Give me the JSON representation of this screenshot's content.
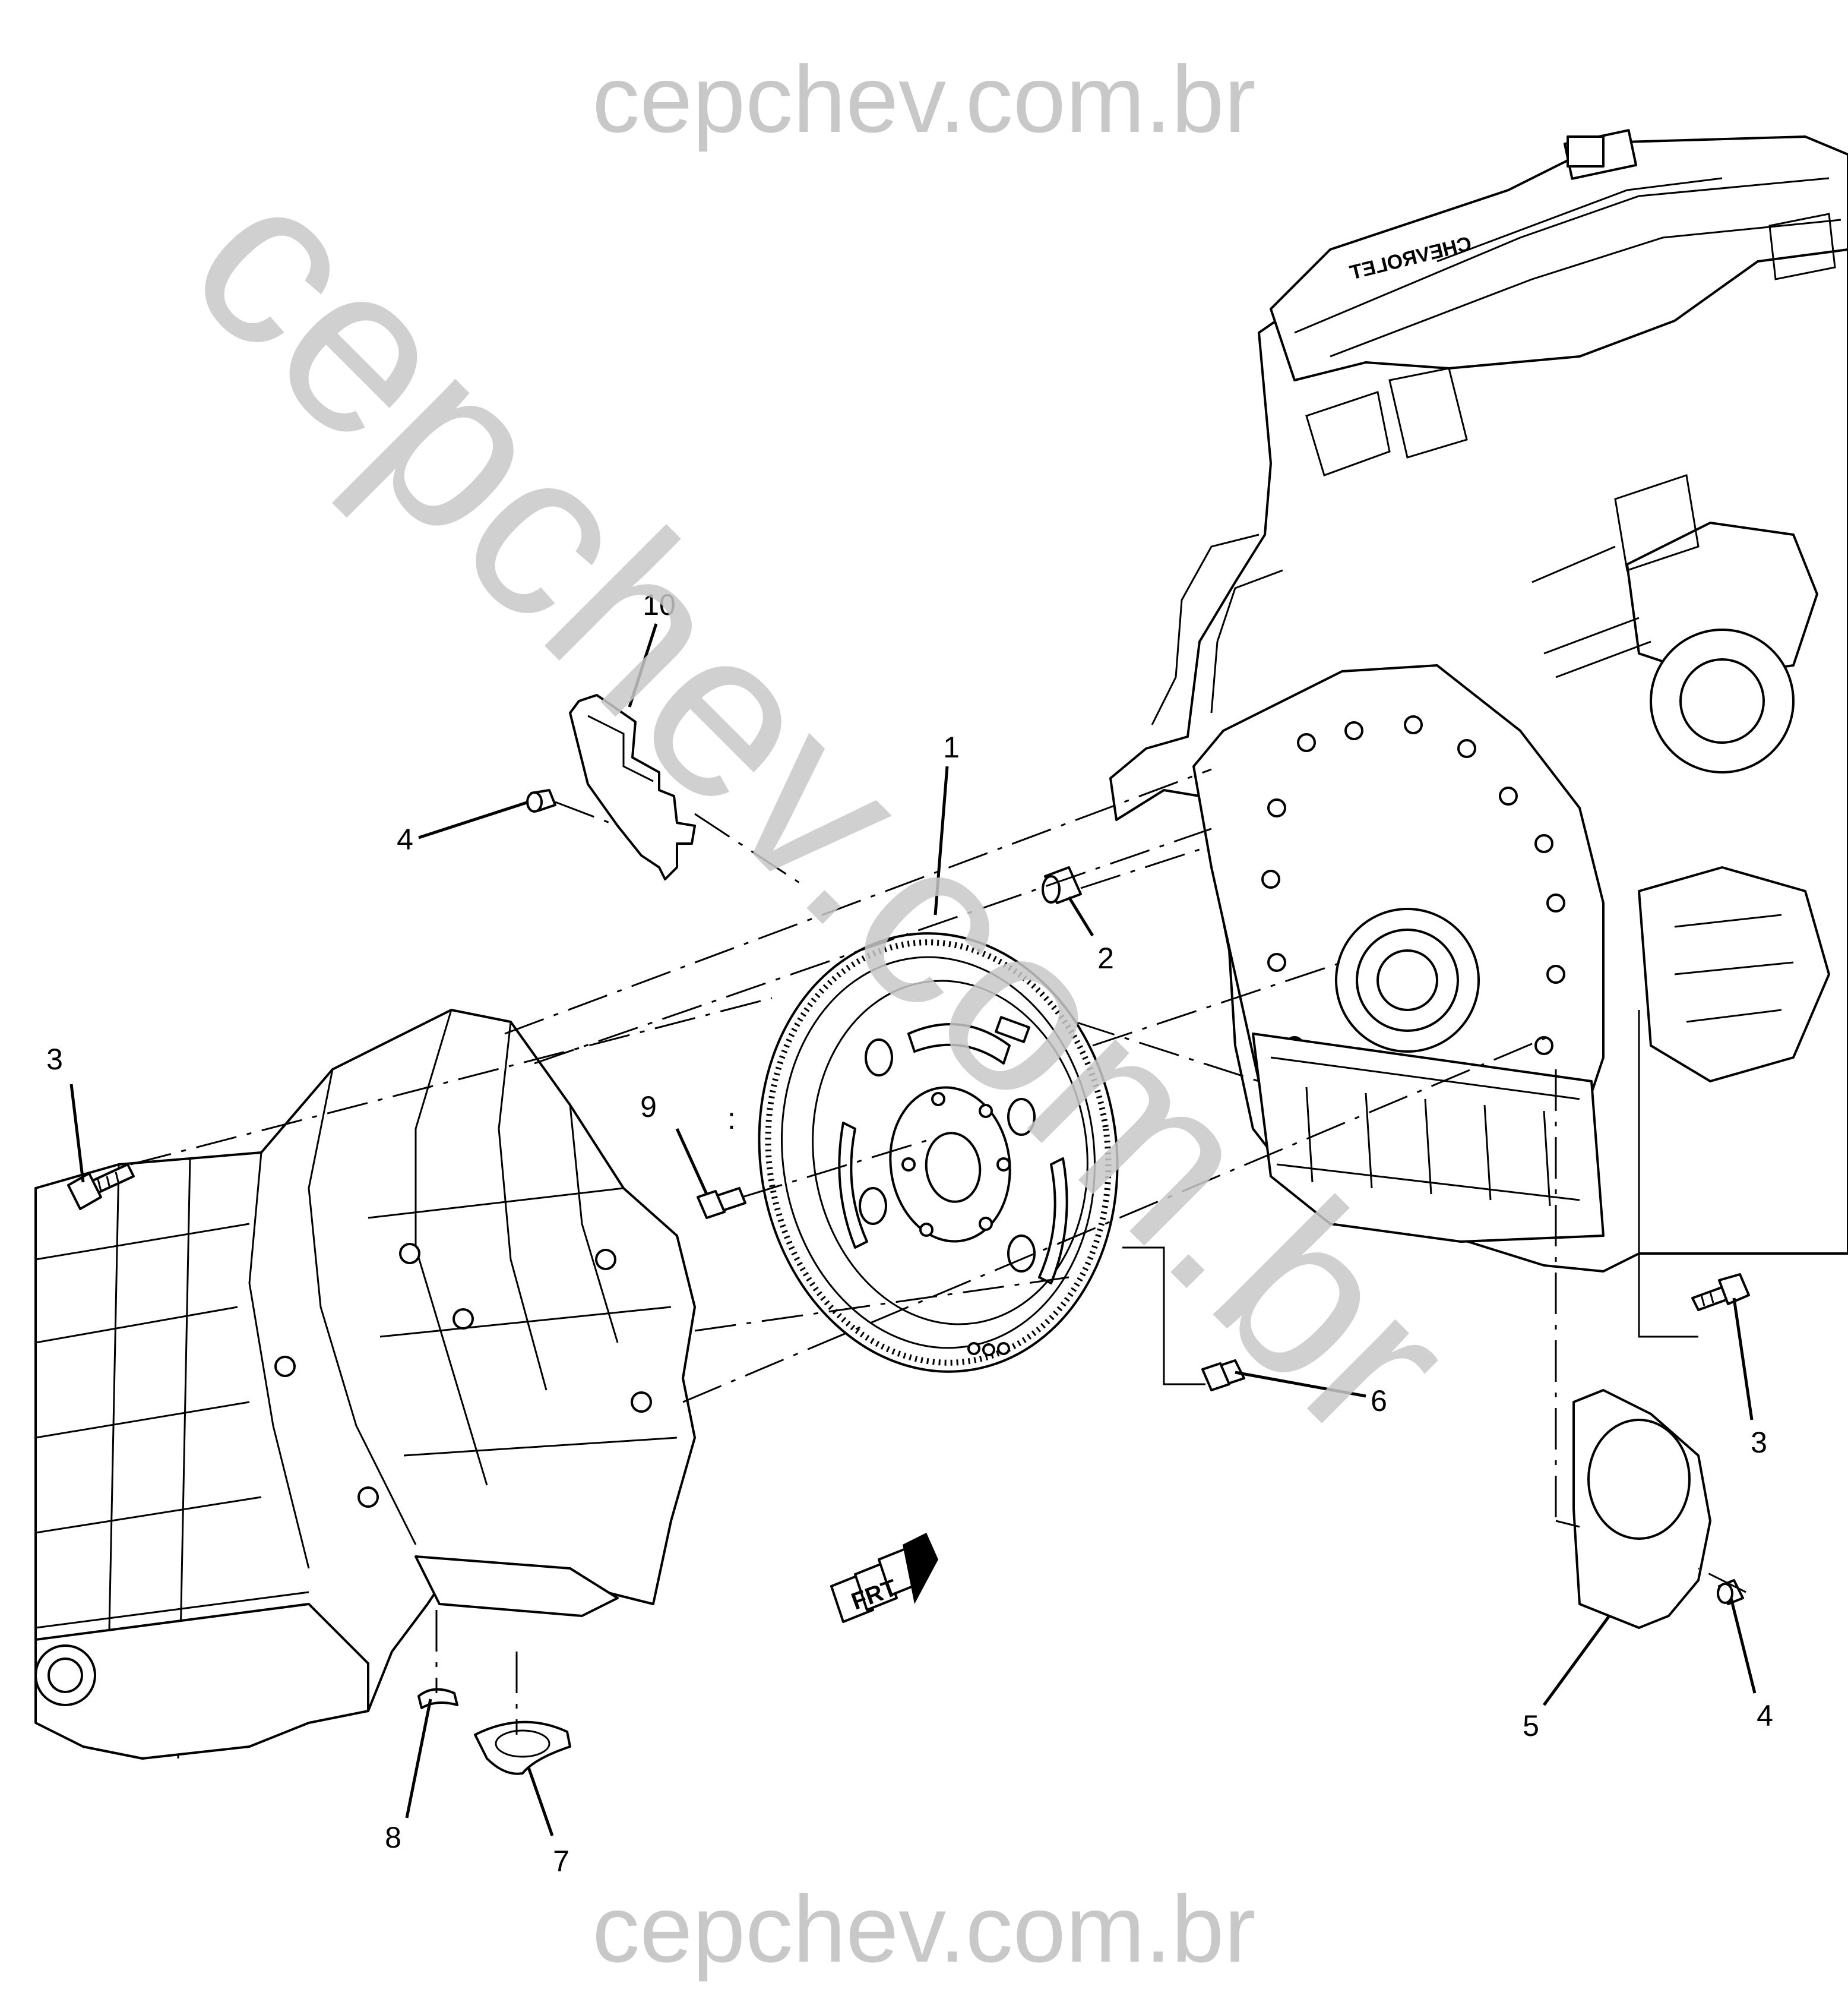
{
  "watermark": {
    "top_text": "cepchev.com.br",
    "bottom_text": "cepchev.com.br",
    "diagonal_text": "cepchev.com.br"
  },
  "callouts": [
    {
      "id": "1",
      "label": "1"
    },
    {
      "id": "2",
      "label": "2"
    },
    {
      "id": "3a",
      "label": "3"
    },
    {
      "id": "3b",
      "label": "3"
    },
    {
      "id": "4a",
      "label": "4"
    },
    {
      "id": "4b",
      "label": "4"
    },
    {
      "id": "5",
      "label": "5"
    },
    {
      "id": "6",
      "label": "6"
    },
    {
      "id": "7",
      "label": "7"
    },
    {
      "id": "8",
      "label": "8"
    },
    {
      "id": "9",
      "label": "9"
    },
    {
      "id": "10",
      "label": "10"
    }
  ],
  "front_indicator": {
    "label": "FRT"
  },
  "engine_badge": {
    "text": "CHEVROLET"
  },
  "colors": {
    "line": "#000000",
    "watermark": "#c8c8c8",
    "background": "#ffffff"
  }
}
